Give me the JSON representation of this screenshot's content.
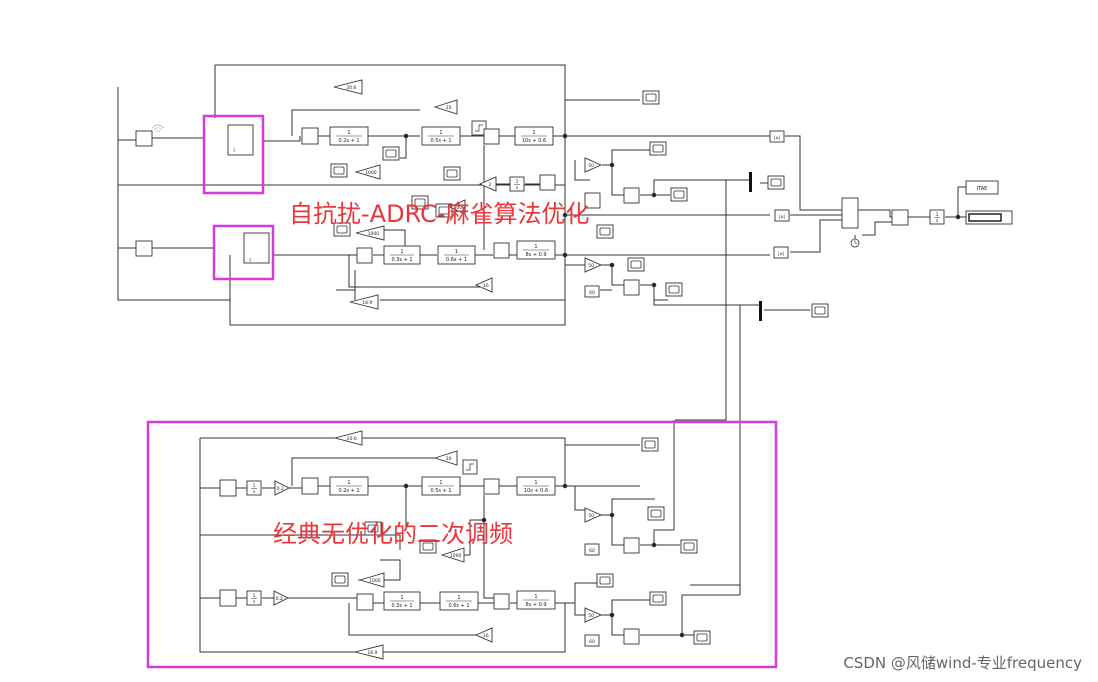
{
  "annotations": {
    "top_title": "自抗扰-ADRC-麻雀算法优化",
    "bottom_title": "经典无优化的二次调频",
    "highlight_color": "#d63adf",
    "title_color": "#e8363b"
  },
  "watermark": "CSDN @风储wind-专业frequency",
  "blocks": {
    "gain_20_6": "20.6",
    "gain_20": "20",
    "gain_1000": "1000",
    "gain_2": "2",
    "gain_50": "50",
    "gain_16": "16",
    "gain_16_9": "16.9",
    "gain_0_2": "0.2",
    "const_60": "60",
    "abs_label": "|u|",
    "itae_label": "ITAE",
    "tf_num": "1",
    "tf_a": "0.2s + 1",
    "tf_b": "0.5s + 1",
    "tf_c": "10s + 0.6",
    "tf_d": "0.3s + 1",
    "tf_e": "0.6s + 1",
    "tf_f": "8s + 0.9",
    "int_num": "1",
    "int_den": "s"
  }
}
